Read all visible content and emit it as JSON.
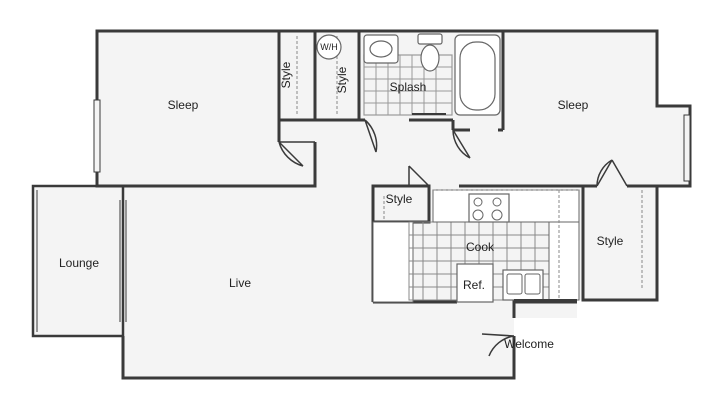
{
  "rooms": {
    "sleep_left": "Sleep",
    "sleep_right": "Sleep",
    "style_left_closet": "Style",
    "style_hall_closet": "Style",
    "wh": "W/H",
    "splash": "Splash",
    "style_pantry": "Style",
    "cook": "Cook",
    "ref": "Ref.",
    "style_right_closet": "Style",
    "lounge": "Lounge",
    "live": "Live",
    "welcome": "Welcome"
  },
  "colors": {
    "wall": "#3a3a3a",
    "floor": "#f4f4f4",
    "tile": "#8a8a8a",
    "fixture": "#666666"
  }
}
